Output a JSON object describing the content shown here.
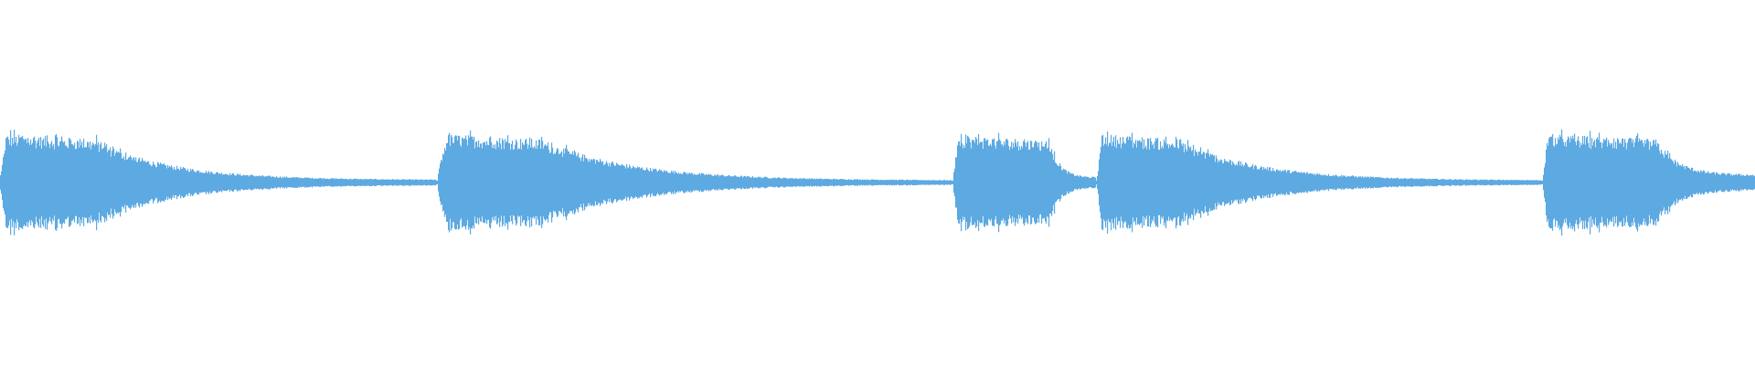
{
  "waveform": {
    "color": "#5DA9E1",
    "background": "#FFFFFF",
    "events": [
      {
        "start": 0.0,
        "end": 0.248,
        "attack_end": 0.004,
        "sustain_end": 0.055,
        "peak": 1.0,
        "tail_level": 0.05
      },
      {
        "start": 0.249,
        "end": 0.542,
        "attack_end": 0.255,
        "sustain_end": 0.31,
        "peak": 1.0,
        "tail_level": 0.04
      },
      {
        "start": 0.543,
        "end": 0.624,
        "attack_end": 0.546,
        "sustain_end": 0.598,
        "peak": 0.98,
        "tail_level": 0.1
      },
      {
        "start": 0.625,
        "end": 0.878,
        "attack_end": 0.628,
        "sustain_end": 0.672,
        "peak": 1.0,
        "tail_level": 0.04
      },
      {
        "start": 0.879,
        "end": 1.0,
        "attack_end": 0.882,
        "sustain_end": 0.944,
        "peak": 1.0,
        "tail_level": 0.15
      }
    ]
  }
}
